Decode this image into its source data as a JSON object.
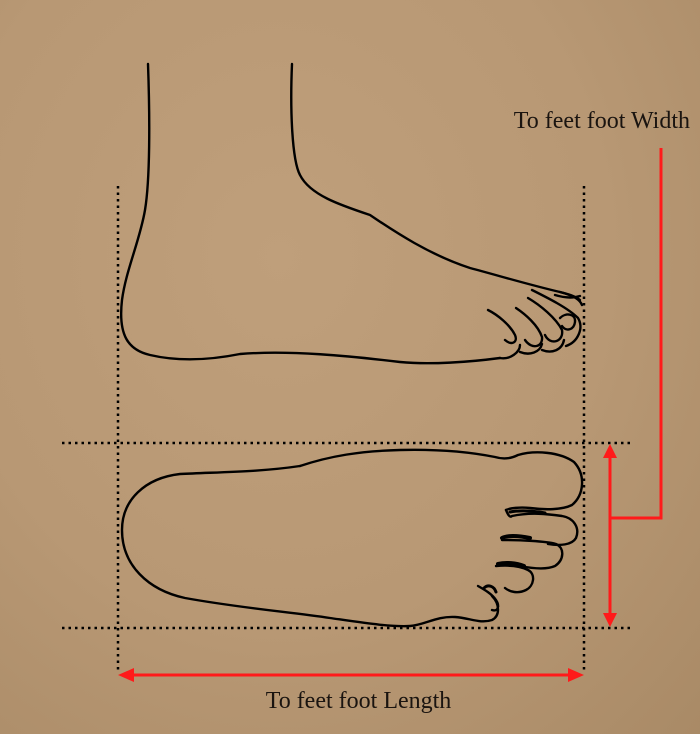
{
  "labels": {
    "width": "To feet foot Width",
    "length": "To feet foot Length"
  },
  "colors": {
    "background": "#b89874",
    "outline": "#000000",
    "dimension_arrow": "#ff1a1a"
  },
  "icons": {
    "side_view": "foot-side-view",
    "top_view": "foot-sole-view"
  }
}
